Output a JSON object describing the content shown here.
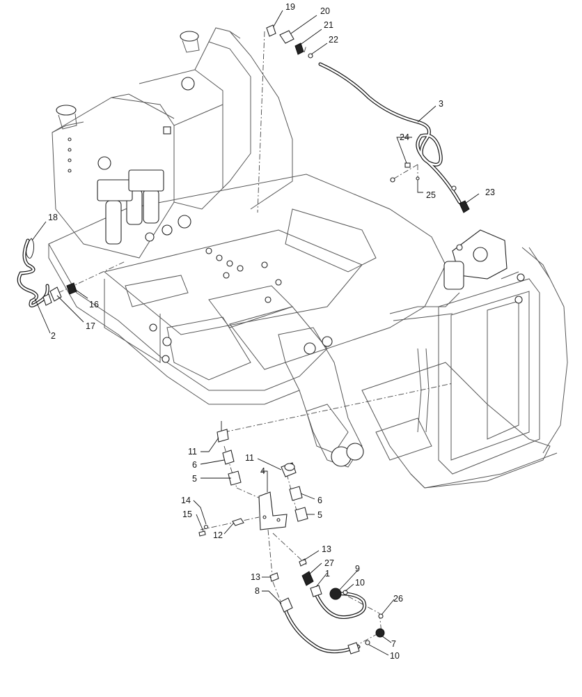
{
  "callouts": [
    {
      "id": "c19",
      "text": "19"
    },
    {
      "id": "c20",
      "text": "20"
    },
    {
      "id": "c21",
      "text": "21"
    },
    {
      "id": "c22",
      "text": "22"
    },
    {
      "id": "c3",
      "text": "3"
    },
    {
      "id": "c24",
      "text": "24"
    },
    {
      "id": "c25",
      "text": "25"
    },
    {
      "id": "c23",
      "text": "23"
    },
    {
      "id": "c18",
      "text": "18"
    },
    {
      "id": "c16",
      "text": "16"
    },
    {
      "id": "c17",
      "text": "17"
    },
    {
      "id": "c2",
      "text": "2"
    },
    {
      "id": "c11a",
      "text": "11"
    },
    {
      "id": "c6a",
      "text": "6"
    },
    {
      "id": "c5a",
      "text": "5"
    },
    {
      "id": "c11b",
      "text": "11"
    },
    {
      "id": "c4",
      "text": "4"
    },
    {
      "id": "c6b",
      "text": "6"
    },
    {
      "id": "c5b",
      "text": "5"
    },
    {
      "id": "c14",
      "text": "14"
    },
    {
      "id": "c15",
      "text": "15"
    },
    {
      "id": "c12",
      "text": "12"
    },
    {
      "id": "c13a",
      "text": "13"
    },
    {
      "id": "c27",
      "text": "27"
    },
    {
      "id": "c9",
      "text": "9"
    },
    {
      "id": "c1",
      "text": "1"
    },
    {
      "id": "c10a",
      "text": "10"
    },
    {
      "id": "c13b",
      "text": "13"
    },
    {
      "id": "c8",
      "text": "8"
    },
    {
      "id": "c26",
      "text": "26"
    },
    {
      "id": "c7",
      "text": "7"
    },
    {
      "id": "c10b",
      "text": "10"
    }
  ]
}
